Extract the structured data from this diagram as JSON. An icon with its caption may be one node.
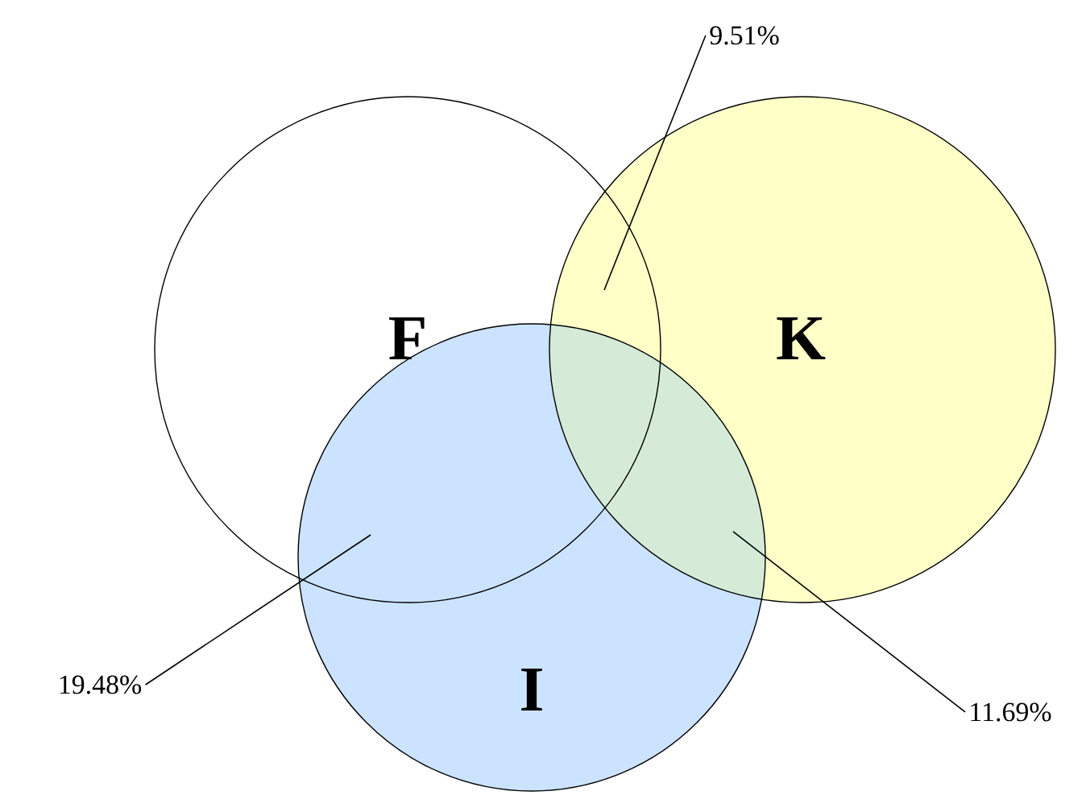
{
  "diagram": {
    "nodes": [
      {
        "text": [
          "F"
        ]
      },
      {
        "text": [
          "K"
        ]
      },
      {
        "text": [
          "I"
        ]
      },
      {
        "text": [
          "9.51%"
        ]
      },
      {
        "text": [
          "19.48%"
        ]
      },
      {
        "text": [
          "11.69%"
        ]
      }
    ],
    "edges": [
      {
        "from": 3,
        "to": 0,
        "arrow": "none"
      },
      {
        "from": 4,
        "to": 2,
        "arrow": "none"
      },
      {
        "from": 5,
        "to": 2,
        "arrow": "none"
      }
    ]
  }
}
